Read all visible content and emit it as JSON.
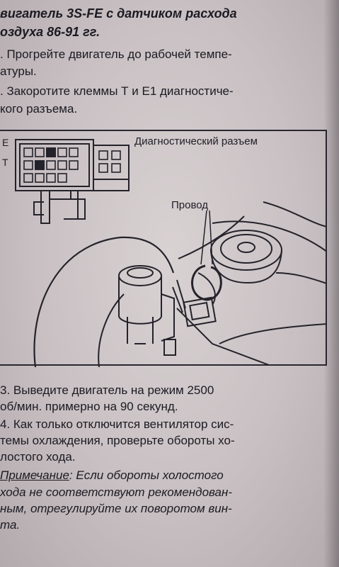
{
  "header": {
    "line1": "вигатель 3S-FE с датчиком расхода",
    "line2": "оздуха 86-91 гг."
  },
  "steps": {
    "step1_line1": ". Прогрейте двигатель до рабочей темпе-",
    "step1_line2": "атуры.",
    "step2_line1": ". Закоротите клеммы Т и Е1 диагностиче-",
    "step2_line2": "кого разъема.",
    "step3_line1": "3. Выведите двигатель на режим 2500",
    "step3_line2": "об/мин. примерно на 90 секунд.",
    "step4_line1": "4. Как только отключится вентилятор сис-",
    "step4_line2": "темы охлаждения, проверьте обороты хо-",
    "step4_line3": "лостого хода."
  },
  "note": {
    "label": "Примечание",
    "line1_rest": ": Если обороты холостого",
    "line2": "хода не соответствуют рекомендован-",
    "line3": "ным, отрегулируйте их поворотом вин-",
    "line4": "та."
  },
  "figure": {
    "connector_label": "Диагностический разъем",
    "wire_label": "Провод",
    "edge_letter_e": "Е",
    "edge_letter_t": "Т"
  }
}
